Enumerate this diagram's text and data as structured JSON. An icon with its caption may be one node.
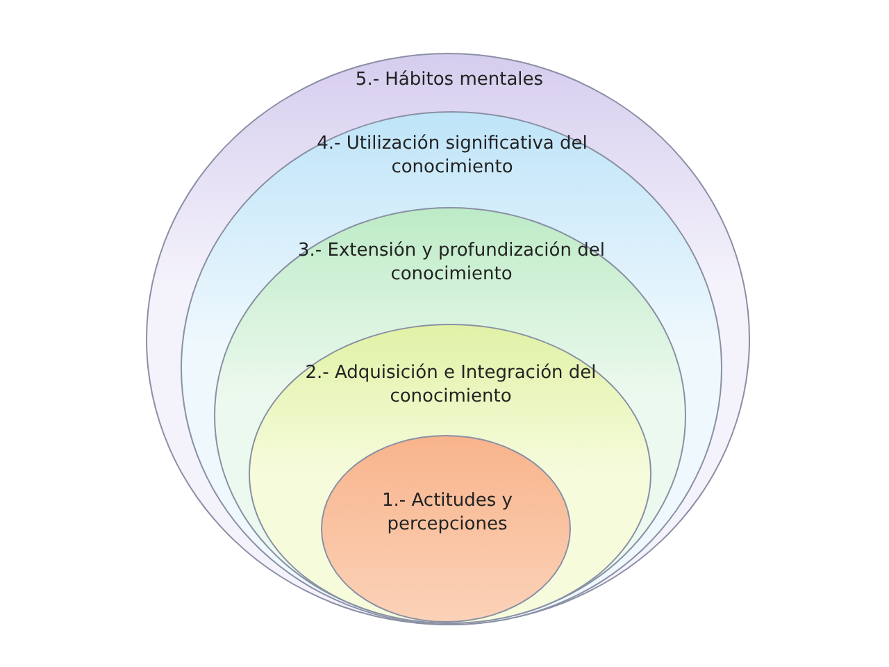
{
  "diagram": {
    "nodes": [
      {
        "text": [
          "5.- Hábitos mentales"
        ]
      },
      {
        "text": [
          "4.- Utilización significativa del conocimiento"
        ],
        "in": 0
      },
      {
        "text": [
          "3.- Extensión y profundización del conocimiento"
        ],
        "in": 1
      },
      {
        "text": [
          "2.- Adquisición e Integración del conocimiento"
        ],
        "in": 2
      },
      {
        "text": [
          "1.- Actitudes y percepciones"
        ],
        "in": 3
      }
    ]
  }
}
